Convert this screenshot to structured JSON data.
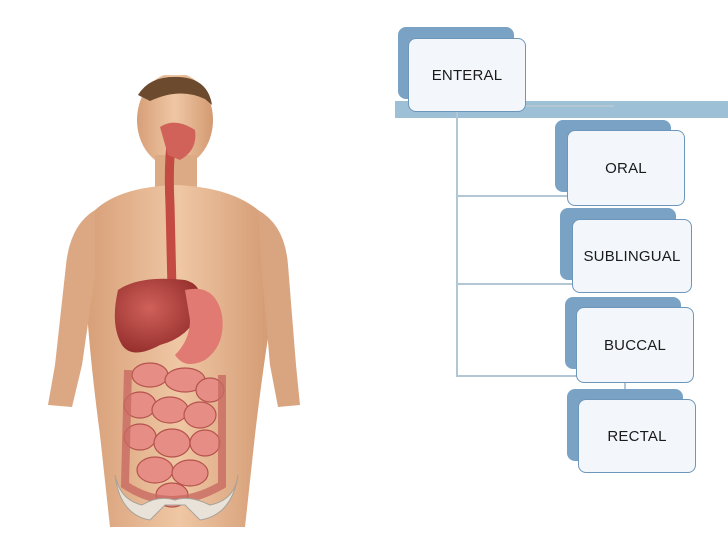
{
  "diagram": {
    "root": {
      "label": "ENTERAL"
    },
    "children": [
      {
        "label": "ORAL"
      },
      {
        "label": "SUBLINGUAL"
      },
      {
        "label": "BUCCAL"
      },
      {
        "label": "RECTAL"
      }
    ]
  },
  "colors": {
    "node_fill": "#7aa2c4",
    "node_label_fill": "#f3f7fb",
    "node_border": "#6d96bb",
    "band": "#9ec0d7",
    "connector": "#b3c6d4",
    "organ_red": "#c8504a",
    "skin": "#e6b892"
  },
  "illustration": {
    "icon": "human-digestive-system-icon"
  }
}
